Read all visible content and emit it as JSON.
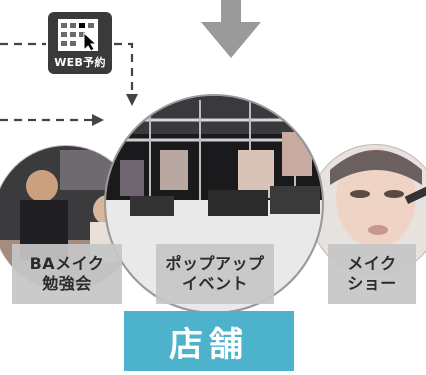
{
  "web_icon": {
    "label": "WEB予約"
  },
  "events": [
    {
      "lines": [
        "BAメイク",
        "勉強会"
      ]
    },
    {
      "lines": [
        "ポップアップ",
        "イベント"
      ]
    },
    {
      "lines": [
        "メイク",
        "ショー"
      ]
    }
  ],
  "store": {
    "label": "店舗"
  },
  "colors": {
    "accent": "#4db3cc",
    "arrow": "#9a9a9a",
    "dashed": "#444444",
    "label_bg": "#c6c6c6"
  }
}
